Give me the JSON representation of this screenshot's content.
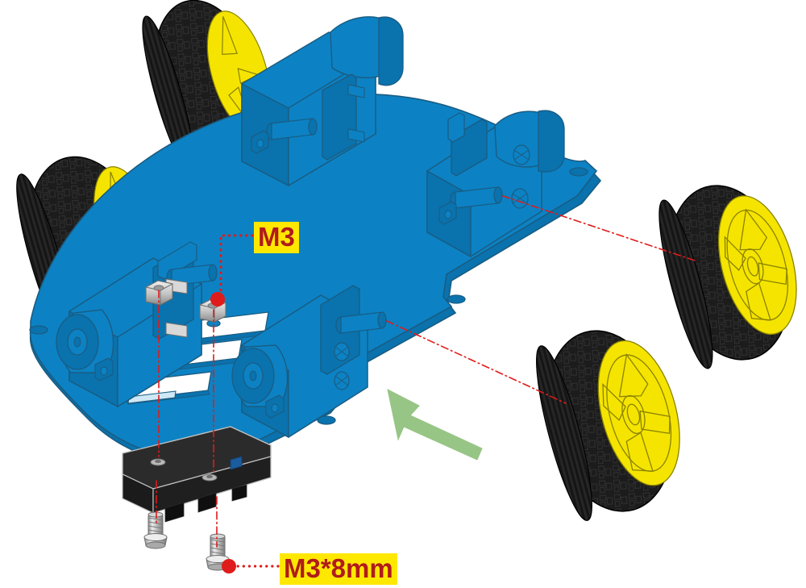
{
  "diagram": {
    "title": "4WD robot car chassis exploded assembly",
    "subject": "Smart robot car chassis with four TT gear motors, four rubber wheels with yellow hubs, and a bottom-mounted black battery/controller box",
    "view": "isometric exploded view",
    "background_color": "#FFFFFF"
  },
  "callouts": [
    {
      "id": "m3",
      "label": "M3",
      "meaning": "M3 hex nut",
      "text_color": "#B01B1B",
      "background_color": "#FFE800",
      "leader": "red dotted elbow leader from label left edge down to an M3 nut on the chassis deck",
      "leader_color": "#E01B1B",
      "leader_style": "dotted with solid round dot terminator"
    },
    {
      "id": "m3x8mm",
      "label": "M3*8mm",
      "meaning": "M3 x 8mm pan head screw",
      "text_color": "#B01B1B",
      "background_color": "#FFE800",
      "leader": "red dotted horizontal leader from label left edge to the head of a loose screw below the chassis",
      "leader_color": "#E01B1B",
      "leader_style": "dotted with solid round dot terminator"
    }
  ],
  "colors": {
    "chassis_blue": "#0C82C4",
    "chassis_blue_shade": "#0A72AD",
    "chassis_outline": "#1A5C82",
    "wheel_hub_yellow": "#F5E400",
    "tire_black": "#1C1C1C",
    "tire_outline": "#000000",
    "pcb_black": "#282828",
    "pcb_edge": "#BFBFBF",
    "hardware_silver": "#C8C8C8",
    "hardware_outline": "#6E6E6E",
    "callout_yellow": "#FFE800",
    "callout_red": "#B01B1B",
    "leader_red": "#E01B1B",
    "arrow_green": "#97C585",
    "slot_white": "#FFFFFF"
  },
  "parts": [
    {
      "name": "chassis-plate",
      "description": "Large blue rounded acrylic chassis deck with mounting slots and holes",
      "count": 1
    },
    {
      "name": "gear-motor",
      "description": "Blue TT DC gear motor with gearbox and output shaft",
      "count": 4
    },
    {
      "name": "wheel",
      "description": "Rubber tire with yellow five-spoke hub",
      "count": 4
    },
    {
      "name": "motor-bracket",
      "description": "Blue L-shaped motor mounting bracket",
      "count": 4
    },
    {
      "name": "m3-nut",
      "description": "M3 hex nut",
      "count": 2
    },
    {
      "name": "m3-8mm-screw",
      "description": "M3 x 8mm pan head screw",
      "count": 2
    },
    {
      "name": "controller-box",
      "description": "Black battery / controller box mounted under the chassis",
      "count": 1
    }
  ],
  "assembly_hints": [
    {
      "name": "direction-arrow",
      "type": "green-block-arrow",
      "color": "#97C585",
      "direction": "points up-left toward the chassis",
      "meaning": "push wheels onto motor shafts in this direction"
    },
    {
      "name": "axis-line-rear",
      "type": "red-dash-dot-centerline",
      "color": "#E01B1B",
      "meaning": "alignment axis from rear motor shaft to rear right wheel"
    },
    {
      "name": "axis-line-front",
      "type": "red-dash-dot-centerline",
      "color": "#E01B1B",
      "meaning": "alignment axis from front motor shaft to front right wheel"
    },
    {
      "name": "axis-line-screw-left",
      "type": "red-dash-dot-centerline",
      "color": "#E01B1B",
      "meaning": "vertical alignment axis through left nut, chassis hole, box hole and left screw"
    },
    {
      "name": "axis-line-screw-right",
      "type": "red-dash-dot-centerline",
      "color": "#E01B1B",
      "meaning": "vertical alignment axis through right nut, chassis hole, box hole and right screw"
    }
  ]
}
